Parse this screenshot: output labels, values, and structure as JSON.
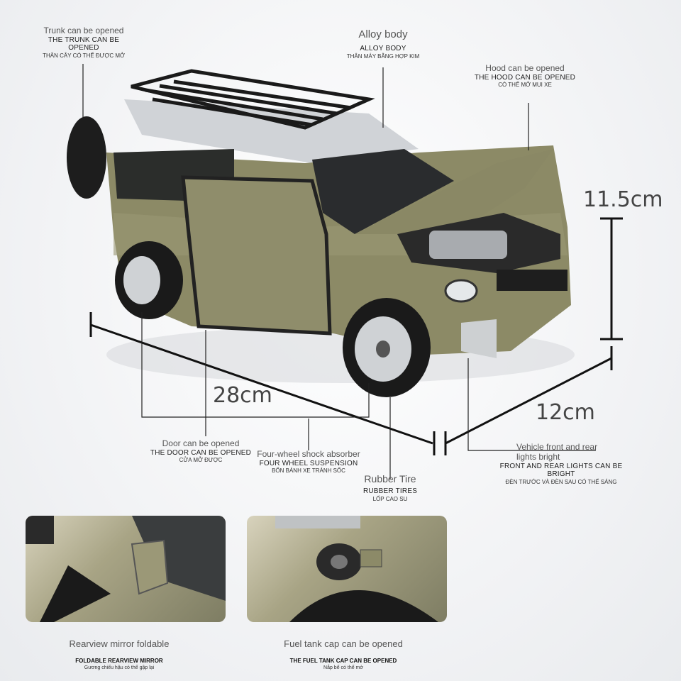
{
  "labels": {
    "trunk": {
      "en": "Trunk can be opened",
      "caps": "THE TRUNK CAN BE OPENED",
      "vi": "THÂN CÂY CÓ THỂ ĐƯỢC MỞ"
    },
    "alloy": {
      "en": "Alloy body",
      "caps": "ALLOY BODY",
      "vi": "THÂN MÁY BẰNG HỢP KIM"
    },
    "hood": {
      "en": "Hood can be opened",
      "caps": "THE HOOD CAN BE OPENED",
      "vi": "CÓ THỂ MỞ MUI XE"
    },
    "door": {
      "en": "Door can be opened",
      "caps": "THE DOOR CAN BE OPENED",
      "vi": "CỬA MỞ ĐƯỢC"
    },
    "shock": {
      "en": "Four-wheel shock absorber",
      "caps": "FOUR WHEEL SUSPENSION",
      "vi": "BỐN BÁNH XE TRÁNH SỐC"
    },
    "tire": {
      "en": "Rubber Tire",
      "caps": "RUBBER TIRES",
      "vi": "LỐP CAO SU"
    },
    "lights": {
      "en": "Vehicle front and rear lights bright",
      "caps": "FRONT AND REAR LIGHTS CAN BE BRIGHT",
      "vi": "ĐÈN TRƯỚC VÀ ĐÈN SAU CÓ THỂ SÁNG"
    }
  },
  "dimensions": {
    "height": "11.5cm",
    "length": "28cm",
    "width": "12cm"
  },
  "panels": {
    "mirror": {
      "en": "Rearview mirror foldable",
      "caps": "FOLDABLE REARVIEW MIRROR",
      "vi": "Gương chiếu hậu có thể gập lại"
    },
    "fuel": {
      "en": "Fuel tank cap can be opened",
      "caps": "THE FUEL TANK CAP CAN BE OPENED",
      "vi": "Nắp bể có thể mở"
    }
  },
  "colors": {
    "body": "#8c8a66",
    "roof": "#c9ccd0",
    "rack": "#1c1c1c",
    "tire": "#1a1a1a",
    "accent": "#333333"
  }
}
